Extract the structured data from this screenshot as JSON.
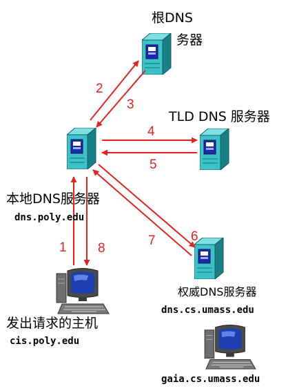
{
  "colors": {
    "arrow": "#e8211f",
    "server_body": "#3cc3c8",
    "server_dark": "#1a7f86",
    "server_panel": "#1c2aa8",
    "monitor_screen": "#1b3fb0",
    "pc_body": "#5a5a5a",
    "keyboard": "#7a7a7a"
  },
  "nodes": {
    "root_server": {
      "label_line1": "根DNS",
      "label_line2": "务器",
      "icon": "server-icon"
    },
    "tld_server": {
      "label": "TLD DNS 服务器",
      "icon": "server-icon"
    },
    "local_server": {
      "label": "本地DNS服务器",
      "host": "dns.poly.edu",
      "icon": "server-icon"
    },
    "auth_server": {
      "label": "权威DNS服务器",
      "host": "dns.cs.umass.edu",
      "icon": "server-icon"
    },
    "requesting_host": {
      "label": "发出请求的主机",
      "host": "cis.poly.edu",
      "icon": "computer-icon"
    },
    "target_host": {
      "host": "gaia.cs.umass.edu",
      "icon": "computer-icon"
    }
  },
  "steps": [
    {
      "label": "1",
      "from": "requesting_host",
      "to": "local_server"
    },
    {
      "label": "2",
      "from": "local_server",
      "to": "root_server"
    },
    {
      "label": "3",
      "from": "root_server",
      "to": "local_server"
    },
    {
      "label": "4",
      "from": "local_server",
      "to": "tld_server"
    },
    {
      "label": "5",
      "from": "tld_server",
      "to": "local_server"
    },
    {
      "label": "6",
      "from": "local_server",
      "to": "auth_server"
    },
    {
      "label": "7",
      "from": "auth_server",
      "to": "local_server"
    },
    {
      "label": "8",
      "from": "local_server",
      "to": "requesting_host"
    }
  ]
}
